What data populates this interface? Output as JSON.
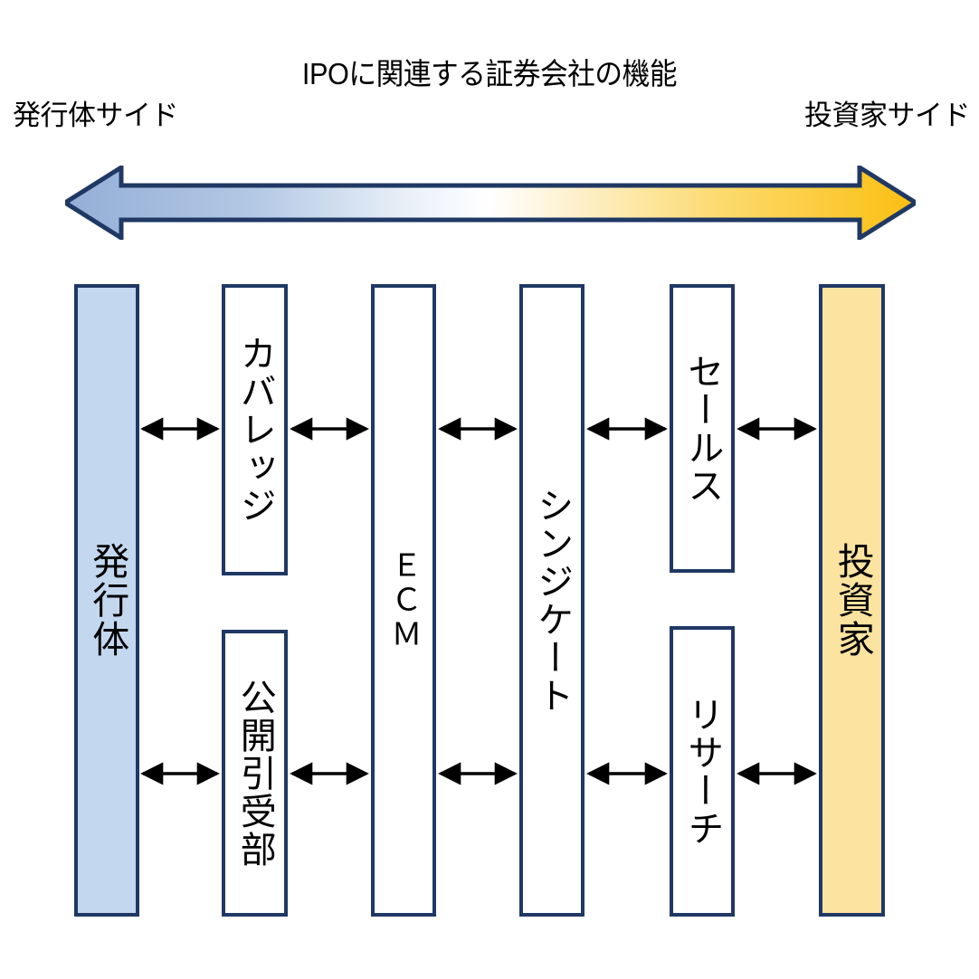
{
  "diagram": {
    "title": "IPOに関連する証券会社の機能",
    "left_side_label": "発行体サイド",
    "right_side_label": "投資家サイド",
    "spectrum_arrow": {
      "name": "issuer-to-investor-spectrum",
      "direction": "double-headed",
      "gradient_start_color": "#93aed6",
      "gradient_mid_color": "#ffffff",
      "gradient_end_color": "#fcbf11",
      "outline_color": "#1f3864"
    },
    "colors": {
      "box_border": "#1f3864",
      "issuer_fill": "#c3d8ef",
      "investor_fill": "#fce3a0",
      "box_fill": "#ffffff",
      "connector": "#000000",
      "text": "#000000"
    },
    "columns": [
      {
        "id": "issuer",
        "label": "発行体",
        "fill": "issuer",
        "span": "full"
      },
      {
        "id": "coverage-underwriting",
        "top_label": "カバレッジ",
        "bottom_label": "公開引受部",
        "fill": "white",
        "span": "split"
      },
      {
        "id": "ecm",
        "label": "ＥＣＭ",
        "fill": "white",
        "span": "full"
      },
      {
        "id": "syndicate",
        "label": "シンジケート",
        "fill": "white",
        "span": "full"
      },
      {
        "id": "sales-research",
        "top_label": "セールス",
        "bottom_label": "リサーチ",
        "fill": "white",
        "span": "split"
      },
      {
        "id": "investor",
        "label": "投資家",
        "fill": "investor",
        "span": "full"
      }
    ],
    "connectors": {
      "top_row": [
        {
          "from": "issuer",
          "to": "coverage",
          "bidirectional": true
        },
        {
          "from": "coverage",
          "to": "ecm",
          "bidirectional": true
        },
        {
          "from": "ecm",
          "to": "syndicate",
          "bidirectional": true
        },
        {
          "from": "syndicate",
          "to": "sales",
          "bidirectional": true
        },
        {
          "from": "sales",
          "to": "investor",
          "bidirectional": true
        }
      ],
      "bottom_row": [
        {
          "from": "issuer",
          "to": "underwriting",
          "bidirectional": true
        },
        {
          "from": "underwriting",
          "to": "ecm",
          "bidirectional": true
        },
        {
          "from": "ecm",
          "to": "syndicate",
          "bidirectional": true
        },
        {
          "from": "syndicate",
          "to": "research",
          "bidirectional": true
        },
        {
          "from": "research",
          "to": "investor",
          "bidirectional": true
        }
      ]
    }
  }
}
